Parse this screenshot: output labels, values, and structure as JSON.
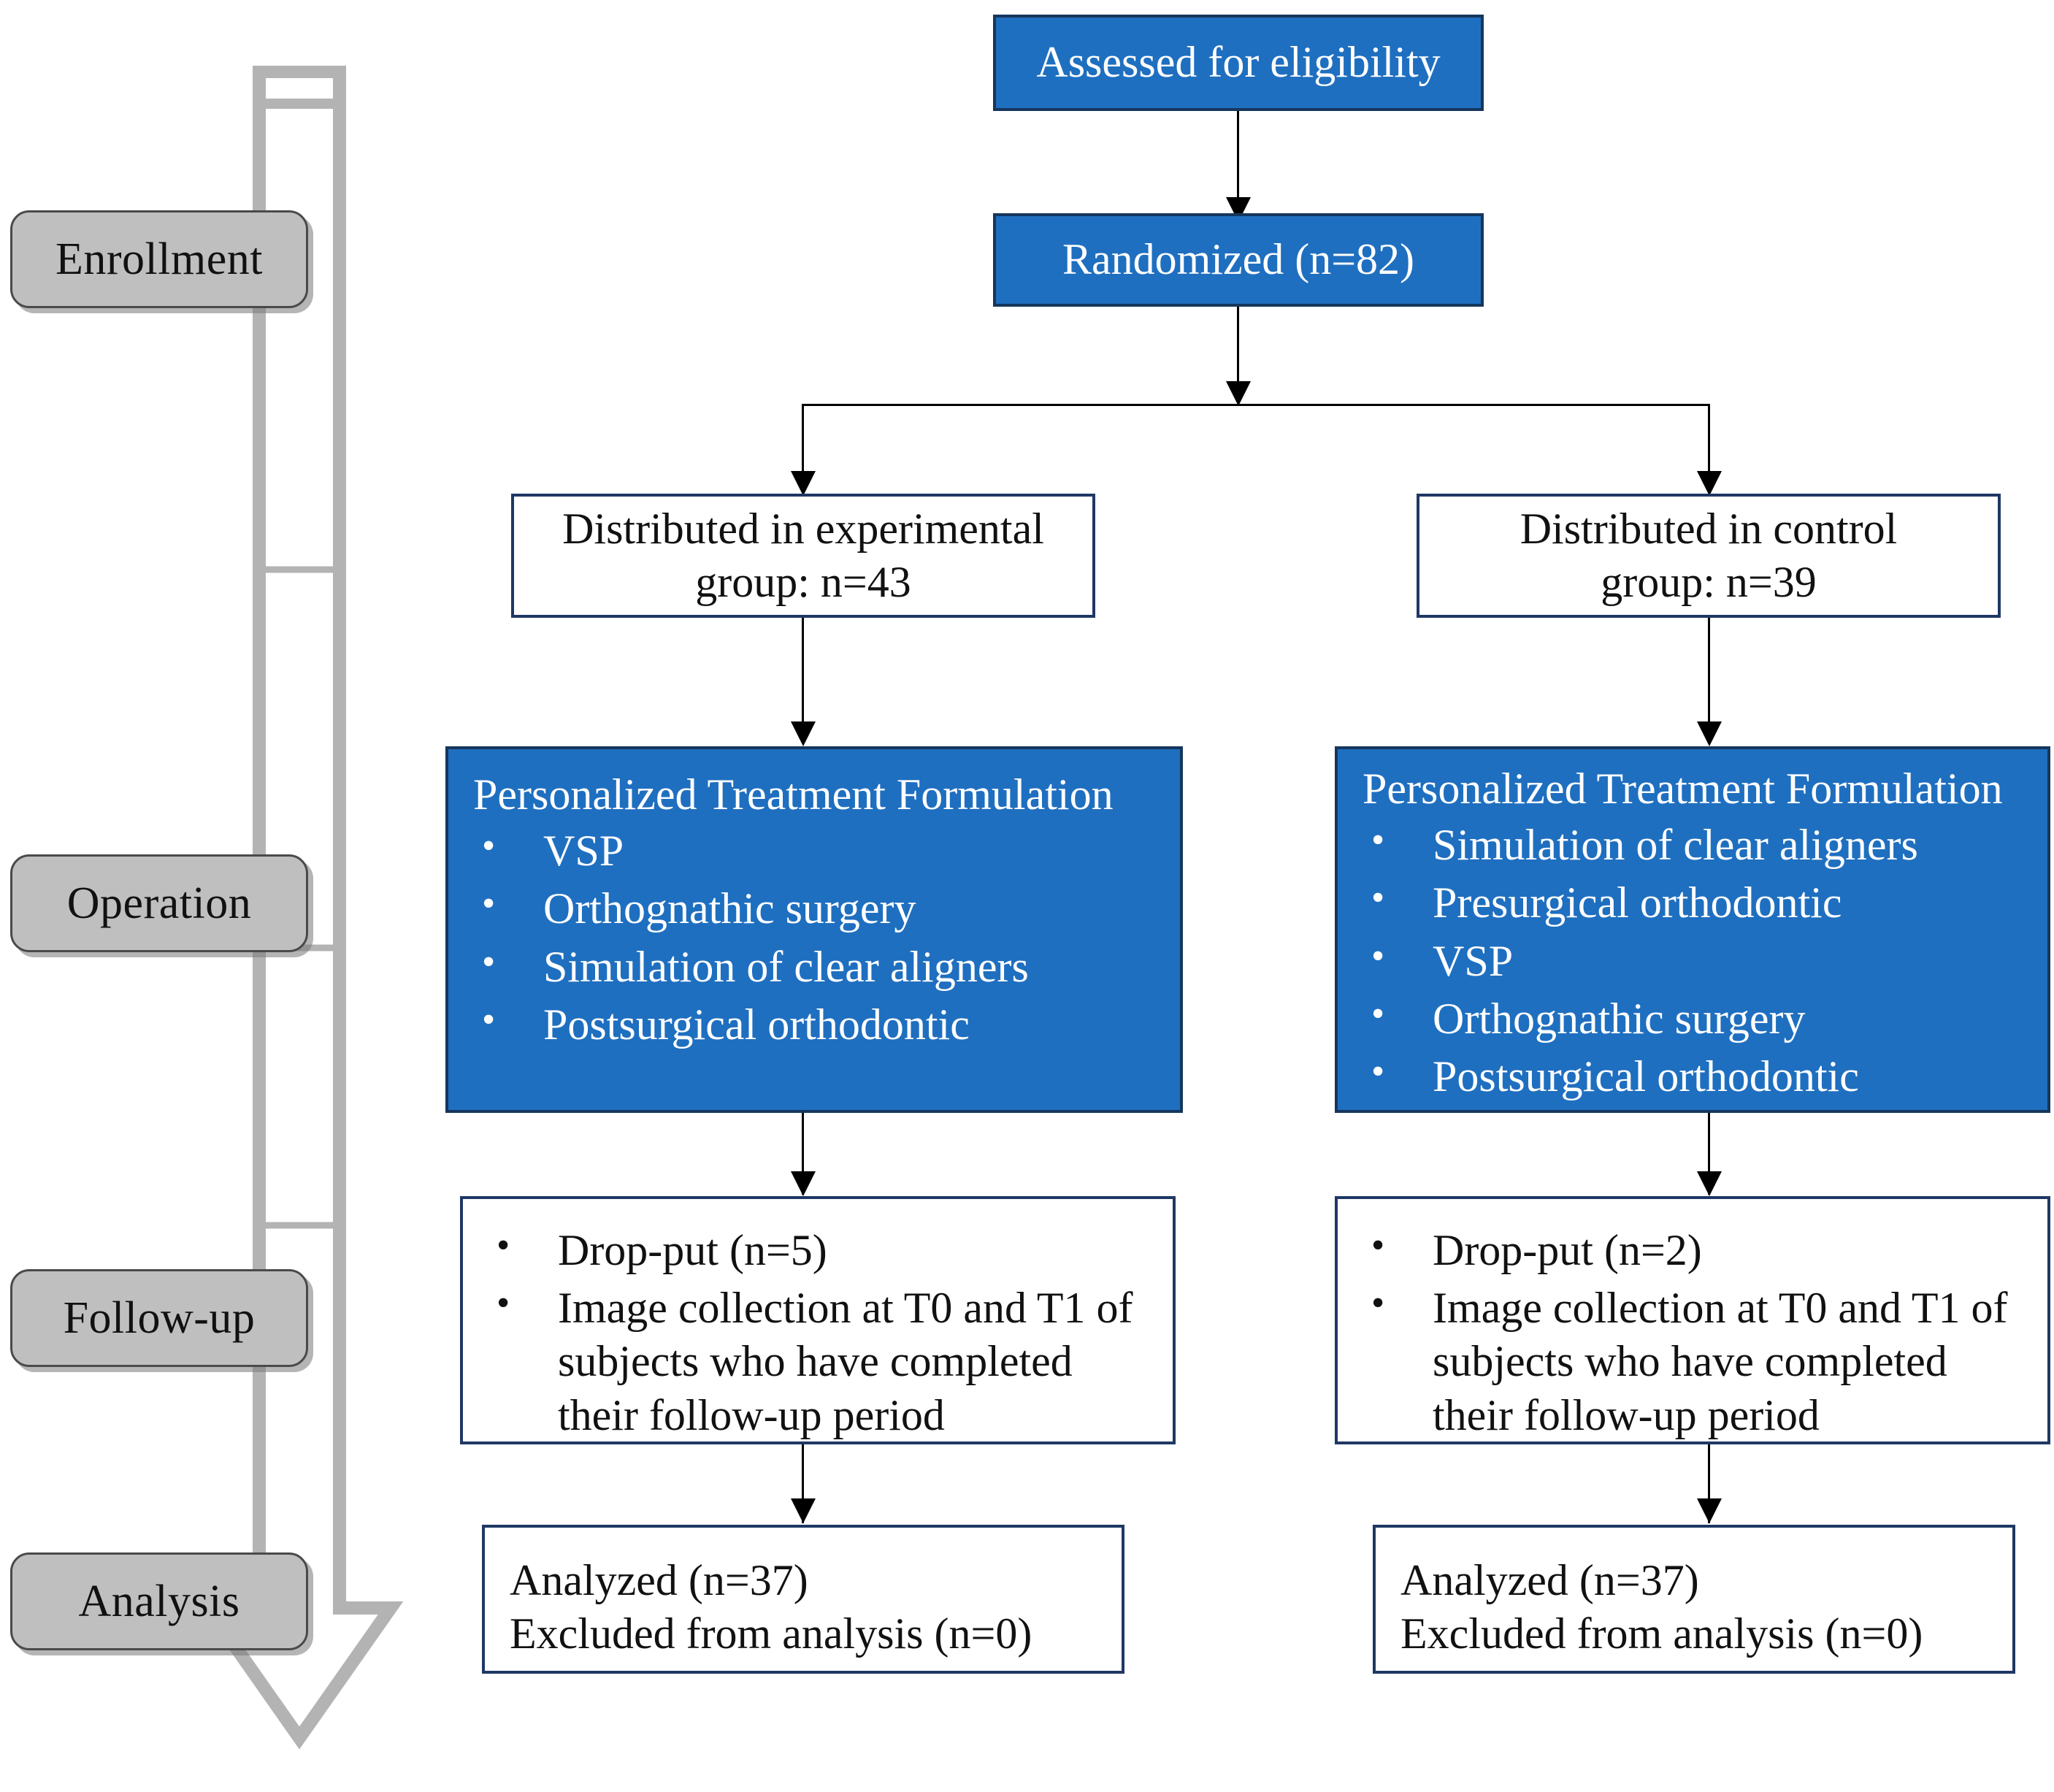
{
  "diagram": {
    "title": "CONSORT participant flow diagram",
    "colors": {
      "box_blue": "#1F6FC0",
      "box_border": "#1f3864",
      "stage_pill_fill": "#bfbfbf",
      "stage_pill_border": "#4a4a4a",
      "arrow_gray": "#b3b3b3",
      "connector_black": "#000000"
    }
  },
  "stages": [
    {
      "label": "Enrollment"
    },
    {
      "label": "Operation"
    },
    {
      "label": "Follow-up"
    },
    {
      "label": "Analysis"
    }
  ],
  "top": {
    "assessed": "Assessed for eligibility",
    "randomized": "Randomized (n=82)"
  },
  "experimental": {
    "allocation_line1": "Distributed in experimental",
    "allocation_line2": "group: n=43",
    "treatment_title": "Personalized Treatment Formulation",
    "treatment_items": [
      "VSP",
      "Orthognathic surgery",
      "Simulation of clear aligners",
      "Postsurgical orthodontic"
    ],
    "followup_items": [
      "Drop-put (n=5)",
      "Image collection at T0 and T1 of subjects who have completed their follow-up period"
    ],
    "analysis_line1": "Analyzed (n=37)",
    "analysis_line2": "Excluded from analysis (n=0)"
  },
  "control": {
    "allocation_line1": "Distributed in control",
    "allocation_line2": "group: n=39",
    "treatment_title": "Personalized Treatment Formulation",
    "treatment_items": [
      "Simulation of clear aligners",
      "Presurgical orthodontic",
      "VSP",
      "Orthognathic surgery",
      "Postsurgical orthodontic"
    ],
    "followup_items": [
      "Drop-put (n=2)",
      "Image collection at T0 and T1 of subjects who have completed their follow-up period"
    ],
    "analysis_line1": "Analyzed (n=37)",
    "analysis_line2": "Excluded from analysis (n=0)"
  }
}
